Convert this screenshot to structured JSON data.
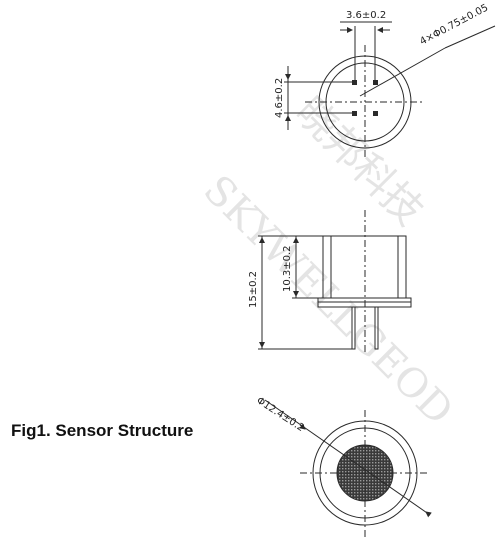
{
  "caption": "Fig1. Sensor Structure",
  "watermark": {
    "line1": "晓邦科技",
    "line2": "SKYWELLGEOD"
  },
  "dimensions": {
    "pin_spacing_h": "3.6±0.2",
    "pin_diameter": "4×Φ0.75±0.05",
    "pin_spacing_v": "4.6±0.2",
    "total_height": "15±0.2",
    "can_height": "10.3±0.2",
    "diameter": "Φ12.4±0.2"
  },
  "colors": {
    "line": "#2a2a2a",
    "mesh": "#4a4a4a",
    "watermark": "#e4e4e4"
  }
}
